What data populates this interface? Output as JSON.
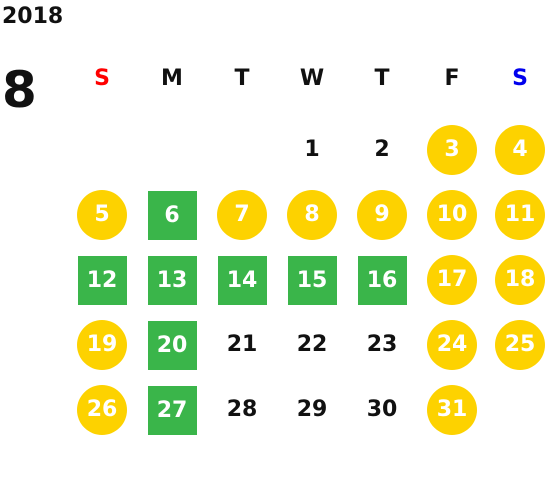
{
  "calendar": {
    "year": "2018",
    "month": "8",
    "weekdays": [
      {
        "label": "S",
        "kind": "sun"
      },
      {
        "label": "M",
        "kind": "weekday"
      },
      {
        "label": "T",
        "kind": "weekday"
      },
      {
        "label": "W",
        "kind": "weekday"
      },
      {
        "label": "T",
        "kind": "weekday"
      },
      {
        "label": "F",
        "kind": "weekday"
      },
      {
        "label": "S",
        "kind": "sat"
      }
    ],
    "colors": {
      "weekend_circle": "#fdd200",
      "closed_square": "#3ab54a",
      "sunday_label": "#ff0000",
      "saturday_label": "#0000ee"
    },
    "weeks": [
      [
        null,
        null,
        null,
        {
          "day": "1",
          "style": "normal"
        },
        {
          "day": "2",
          "style": "normal"
        },
        {
          "day": "3",
          "style": "weekend"
        },
        {
          "day": "4",
          "style": "weekend"
        }
      ],
      [
        {
          "day": "5",
          "style": "weekend"
        },
        {
          "day": "6",
          "style": "closed"
        },
        {
          "day": "7",
          "style": "weekend"
        },
        {
          "day": "8",
          "style": "weekend"
        },
        {
          "day": "9",
          "style": "weekend"
        },
        {
          "day": "10",
          "style": "weekend"
        },
        {
          "day": "11",
          "style": "weekend"
        }
      ],
      [
        {
          "day": "12",
          "style": "closed"
        },
        {
          "day": "13",
          "style": "closed"
        },
        {
          "day": "14",
          "style": "closed"
        },
        {
          "day": "15",
          "style": "closed"
        },
        {
          "day": "16",
          "style": "closed"
        },
        {
          "day": "17",
          "style": "weekend"
        },
        {
          "day": "18",
          "style": "weekend"
        }
      ],
      [
        {
          "day": "19",
          "style": "weekend"
        },
        {
          "day": "20",
          "style": "closed"
        },
        {
          "day": "21",
          "style": "normal"
        },
        {
          "day": "22",
          "style": "normal"
        },
        {
          "day": "23",
          "style": "normal"
        },
        {
          "day": "24",
          "style": "weekend"
        },
        {
          "day": "25",
          "style": "weekend"
        }
      ],
      [
        {
          "day": "26",
          "style": "weekend"
        },
        {
          "day": "27",
          "style": "closed"
        },
        {
          "day": "28",
          "style": "normal"
        },
        {
          "day": "29",
          "style": "normal"
        },
        {
          "day": "30",
          "style": "normal"
        },
        {
          "day": "31",
          "style": "weekend"
        },
        null
      ]
    ]
  }
}
